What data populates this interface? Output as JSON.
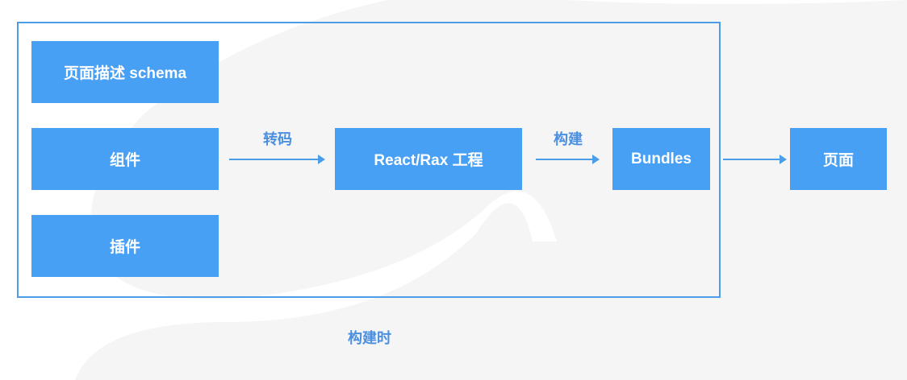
{
  "colors": {
    "box": "#48a0f5",
    "frame": "#4a9de6",
    "label": "#4a8fe0"
  },
  "inputs": [
    {
      "label": "页面描述 schema"
    },
    {
      "label": "组件"
    },
    {
      "label": "插件"
    }
  ],
  "arrows": {
    "transcode": "转码",
    "build": "构建"
  },
  "nodes": {
    "project": "React/Rax 工程",
    "bundles": "Bundles",
    "page": "页面"
  },
  "frame_caption": "构建时"
}
